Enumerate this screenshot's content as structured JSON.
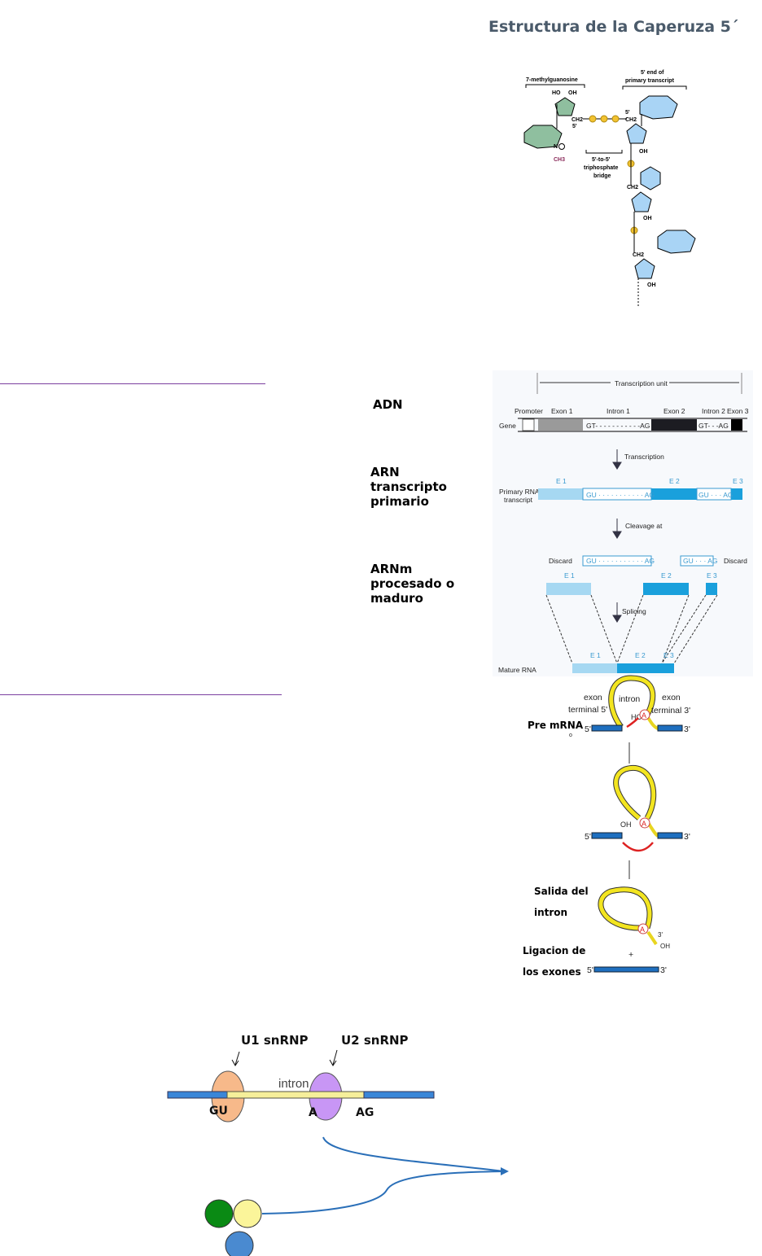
{
  "title": "Estructura de la Caperuza 5´",
  "cap": {
    "methylguanosine": "7-methylguanosine",
    "end_line1": "5' end of",
    "end_line2": "primary transcript",
    "ho": "HO",
    "oh": "OH",
    "ch2": "CH2",
    "five": "5'",
    "p": "P",
    "n": "N",
    "ch3": "CH3",
    "bridge1": "5'-to-5'",
    "bridge2": "triphosphate",
    "bridge3": "bridge"
  },
  "labels": {
    "adn": "ADN",
    "arn_l1": "ARN",
    "arn_l2": "transcripto",
    "arn_l3": "primario",
    "arnm_l1": "ARNm",
    "arnm_l2": "procesado o",
    "arnm_l3": "maduro"
  },
  "gene": {
    "transcription_unit": "Transcription unit",
    "promoter": "Promoter",
    "exon1": "Exon 1",
    "intron1": "Intron 1",
    "exon2": "Exon 2",
    "intron2": "Intron 2",
    "exon3": "Exon 3",
    "gene": "Gene",
    "gt_ag_long": "GT- - - - - - - - - - -AG",
    "gt_ag_short": "GT- - -AG",
    "transcription": "Transcription",
    "primary_l1": "Primary RNA",
    "primary_l2": "transcript",
    "e1": "E 1",
    "e2": "E 2",
    "e3": "E 3",
    "gu_ag_long": "GU · · · · · · · · · · · AG",
    "gu_ag_short": "GU · · · AG",
    "cleavage": "Cleavage at",
    "discard": "Discard",
    "splicing": "Splicing",
    "mature": "Mature RNA"
  },
  "splice": {
    "exon": "exon",
    "intron": "intron",
    "terminal5": "terminal 5'",
    "terminal3": "terminal 3'",
    "pre_mrna": "Pre mRNA",
    "o": "o",
    "five": "5'",
    "three": "3'",
    "ho": "HO",
    "a": "A",
    "oh": "OH",
    "salida1": "Salida del",
    "salida2": "intron",
    "ligacion1": "Ligacion de",
    "ligacion2": "los exones",
    "plus": "+"
  },
  "snrnp": {
    "u1": "U1 snRNP",
    "u2": "U2 snRNP",
    "intron": "intron",
    "gu": "GU",
    "a": "A",
    "ag": "AG"
  }
}
